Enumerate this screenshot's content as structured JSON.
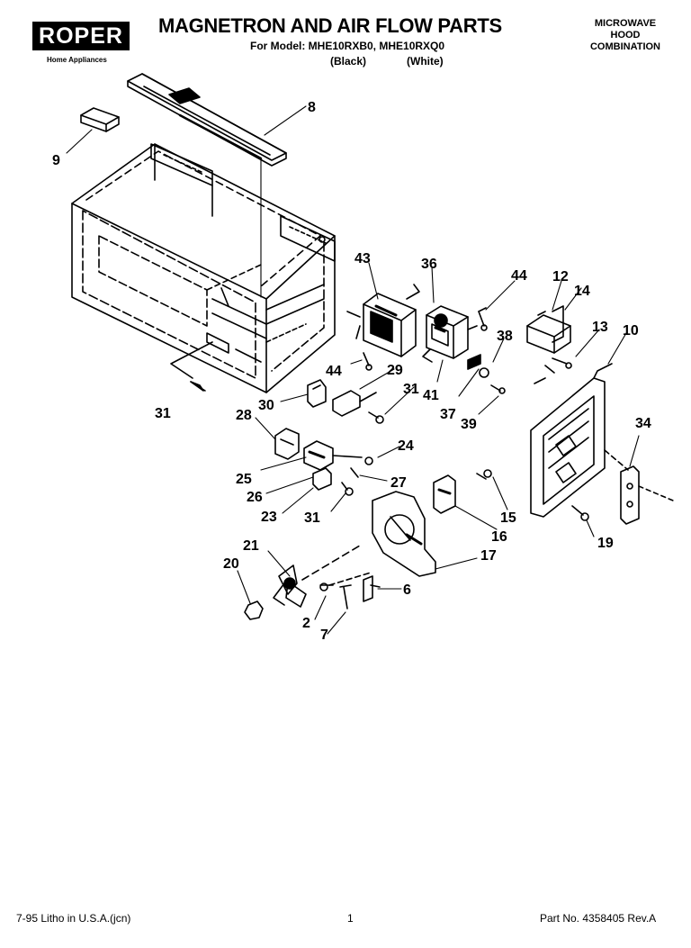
{
  "header": {
    "brand": "ROPER",
    "brand_sub": "Home Appliances",
    "title": "MAGNETRON AND AIR FLOW PARTS",
    "model_line": "For Model: MHE10RXB0, MHE10RXQ0",
    "color_black": "(Black)",
    "color_white": "(White)",
    "category": [
      "MICROWAVE",
      "HOOD",
      "COMBINATION"
    ]
  },
  "callouts": [
    "8",
    "9",
    "43",
    "36",
    "44",
    "12",
    "14",
    "13",
    "10",
    "38",
    "44",
    "29",
    "31",
    "31",
    "30",
    "41",
    "37",
    "39",
    "28",
    "24",
    "25",
    "27",
    "26",
    "34",
    "23",
    "31",
    "15",
    "16",
    "19",
    "21",
    "17",
    "20",
    "6",
    "2",
    "7"
  ],
  "footer": {
    "left": "7-95  Litho in U.S.A.(jcn)",
    "page": "1",
    "part_no": "Part No. 4358405 Rev.A"
  }
}
